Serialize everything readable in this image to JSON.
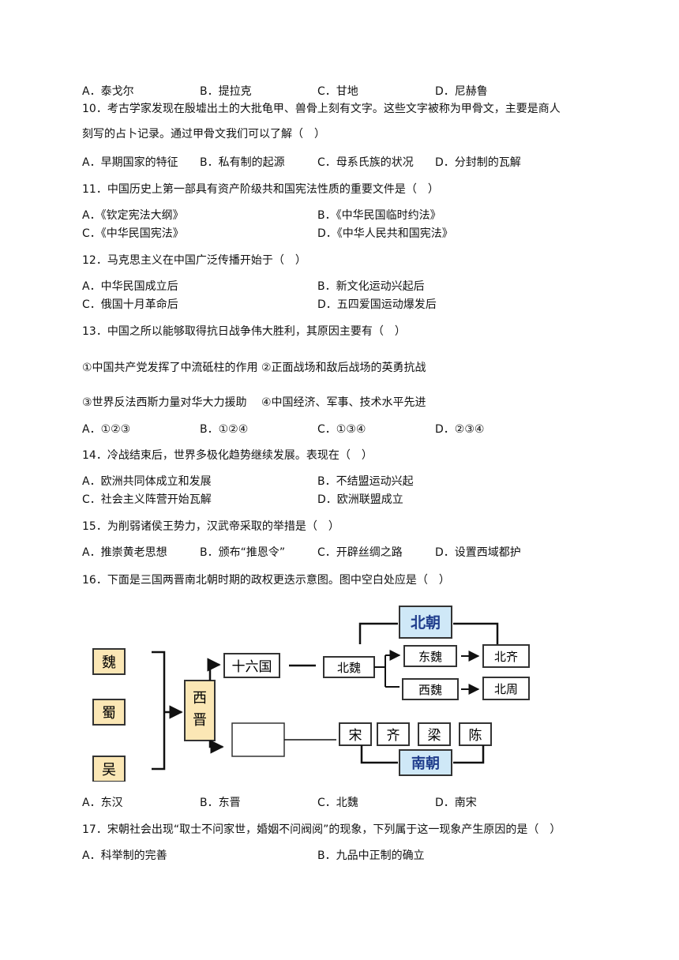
{
  "q9": {
    "options": [
      "A．泰戈尔",
      "B．提拉克",
      "C．甘地",
      "D．尼赫鲁"
    ]
  },
  "q10": {
    "stem_line1": "10．考古学家发现在殷墟出土的大批龟甲、兽骨上刻有文字。这些文字被称为甲骨文，主要是商人",
    "stem_line2": "刻写的占卜记录。通过甲骨文我们可以了解（　）",
    "options": [
      "A．早期国家的特征",
      "B．私有制的起源",
      "C．母系氏族的状况",
      "D．分封制的瓦解"
    ]
  },
  "q11": {
    "stem": "11．中国历史上第一部具有资产阶级共和国宪法性质的重要文件是（　）",
    "options": [
      "A．《钦定宪法大纲》",
      "B．《中华民国临时约法》",
      "C．《中华民国宪法》",
      "D．《中华人民共和国宪法》"
    ]
  },
  "q12": {
    "stem": "12．马克思主义在中国广泛传播开始于（　）",
    "options": [
      "A．中华民国成立后",
      "B．新文化运动兴起后",
      "C．俄国十月革命后",
      "D．五四爱国运动爆发后"
    ]
  },
  "q13": {
    "stem": "13．中国之所以能够取得抗日战争伟大胜利，其原因主要有（　）",
    "item_line1": "①中国共产党发挥了中流砥柱的作用 ②正面战场和敌后战场的英勇抗战",
    "item_line2": "③世界反法西斯力量对华大力援助　 ④中国经济、军事、技术水平先进",
    "options": [
      "A．①②③",
      "B．①②④",
      "C．①③④",
      "D．②③④"
    ]
  },
  "q14": {
    "stem": "14．冷战结束后，世界多极化趋势继续发展。表现在（　）",
    "options": [
      "A．欧洲共同体成立和发展",
      "B．不结盟运动兴起",
      "C．社会主义阵营开始瓦解",
      "D．欧洲联盟成立"
    ]
  },
  "q15": {
    "stem": "15．为削弱诸侯王势力，汉武帝采取的举措是（　）",
    "options": [
      "A．推崇黄老思想",
      "B．颁布“推恩令”",
      "C．开辟丝绸之路",
      "D．设置西域都护"
    ]
  },
  "q16": {
    "stem": "16．下面是三国两晋南北朝时期的政权更迭示意图。图中空白处应是（　）",
    "diagram": {
      "wei": "魏",
      "shu": "蜀",
      "wu": "吴",
      "xijin_1": "西",
      "xijin_2": "晋",
      "shiliuguo": "十六国",
      "beiwei": "北魏",
      "dongwei": "东魏",
      "xiwei": "西魏",
      "beiqi": "北齐",
      "beizhou": "北周",
      "beichao": "北朝",
      "song": "宋",
      "qi": "齐",
      "liang": "梁",
      "chen": "陈",
      "nanchao": "南朝",
      "box_color": "#fbe7b5",
      "dynasty_label_color": "#cfe8f7",
      "label_text_color": "#1f3c8c"
    },
    "options": [
      "A．东汉",
      "B．东晋",
      "C．北魏",
      "D．南宋"
    ]
  },
  "q17": {
    "stem": "17．宋朝社会出现“取士不问家世，婚姻不问阀阅”的现象，下列属于这一现象产生原因的是（　）",
    "options": [
      "A．科举制的完善",
      "B．九品中正制的确立"
    ]
  }
}
